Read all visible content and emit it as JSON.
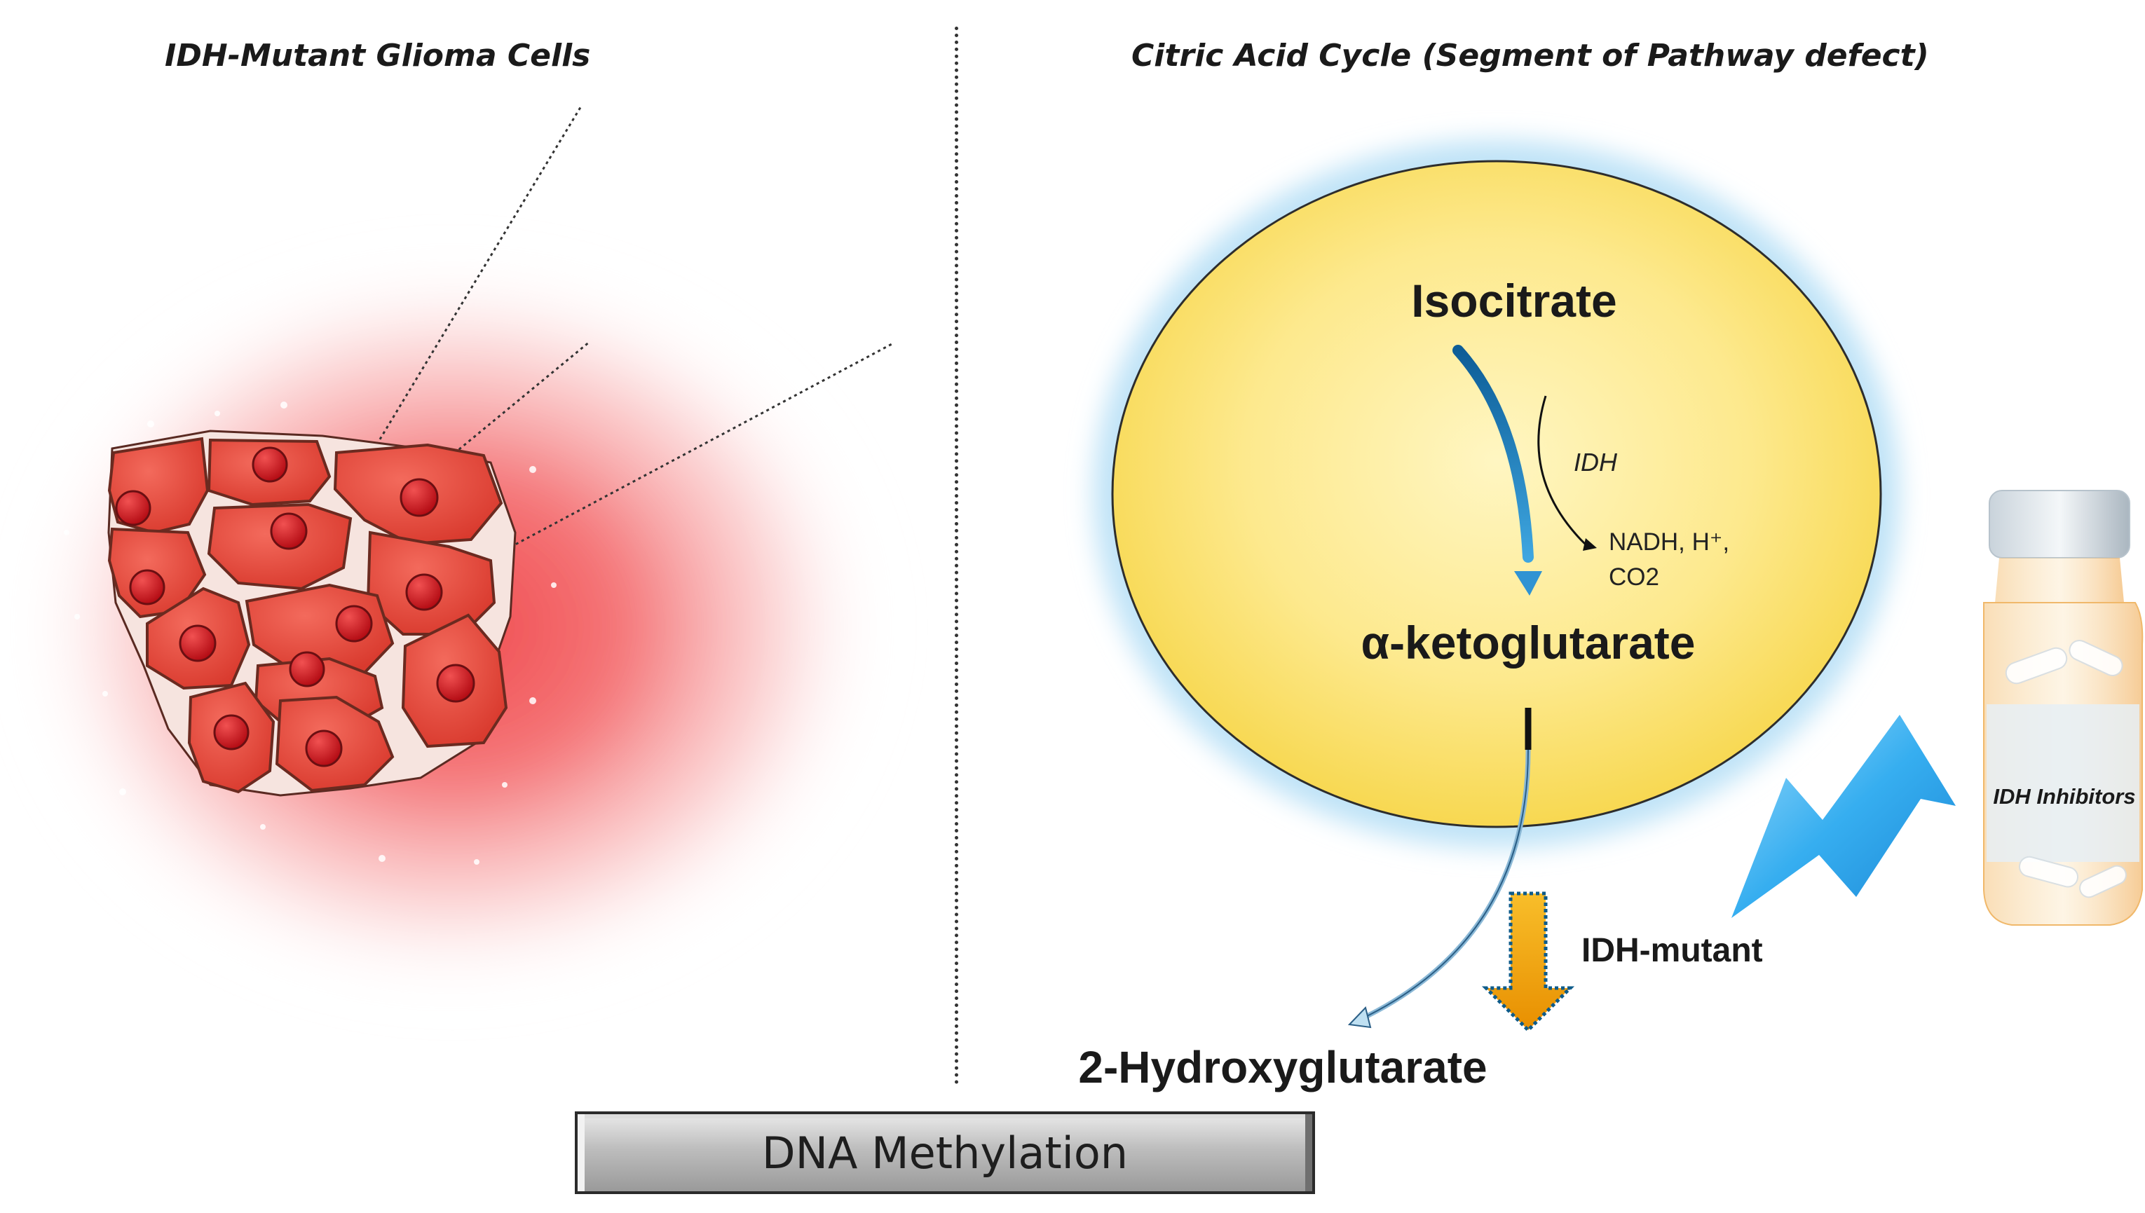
{
  "titles": {
    "left": "IDH-Mutant Glioma Cells",
    "right": "Citric Acid Cycle (Segment of Pathway defect)"
  },
  "pathway": {
    "substrate": "Isocitrate",
    "enzyme": "IDH",
    "byproducts_line1": "NADH, H⁺,",
    "byproducts_line2": "CO2",
    "product": "α-ketoglutarate",
    "mutant_label": "IDH-mutant",
    "oncometabolite": "2-Hydroxyglutarate"
  },
  "inhibitor": {
    "label": "IDH Inhibitors"
  },
  "footer": {
    "label": "DNA Methylation"
  },
  "colors": {
    "glow": "#f0494c",
    "cell_fill": "#e84a3e",
    "nucleus": "#d3141c",
    "tca_fill": "#fde47b",
    "tca_glow": "#bfe3f7",
    "main_arrow": "#1a7fbf",
    "mutant_arrow": "#f2a300",
    "lightning": "#2aa7ee"
  }
}
